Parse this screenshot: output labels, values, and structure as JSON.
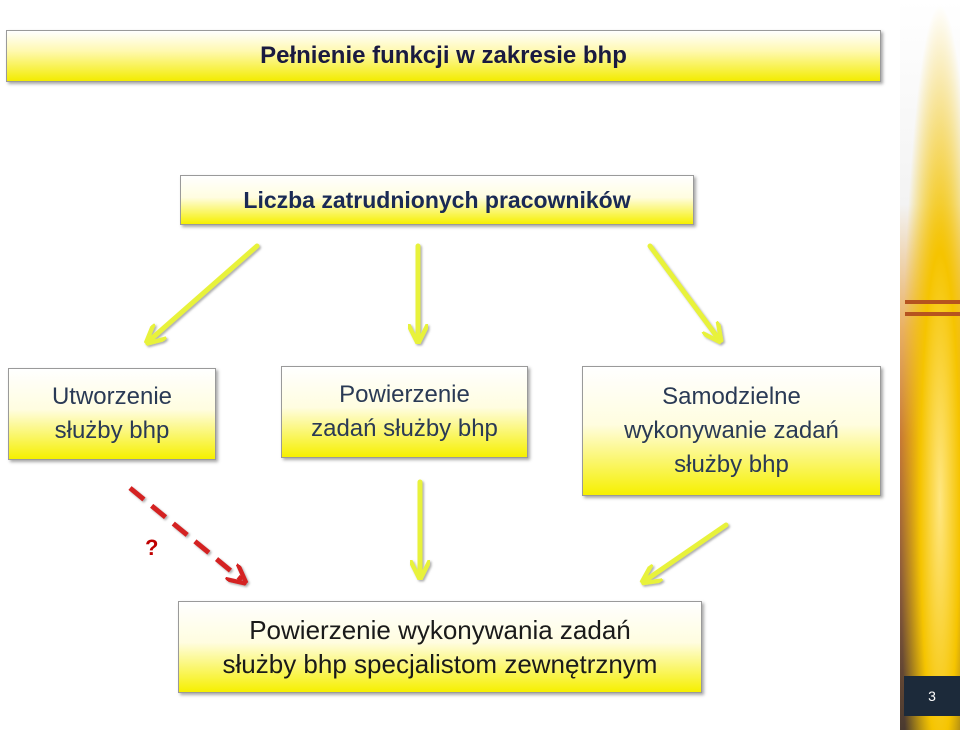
{
  "title": "Pełnienie funkcji w zakresie bhp",
  "criterion": "Liczba zatrudnionych pracowników",
  "options": [
    {
      "label": "Utworzenie\nsłużby bhp"
    },
    {
      "label": "Powierzenie\nzadań służby bhp"
    },
    {
      "label": "Samodzielne\nwykonywanie zadań\nsłużby bhp"
    }
  ],
  "outcome": "Powierzenie wykonywania zadań\nsłużby bhp specjalistom zewnętrznym",
  "uncertain_marker": "?",
  "page_number": "3",
  "colors": {
    "arrow": "#e8f23a",
    "dashed_arrow": "#d42020",
    "box_fill": "#f6f000",
    "text": "#1f3350"
  }
}
